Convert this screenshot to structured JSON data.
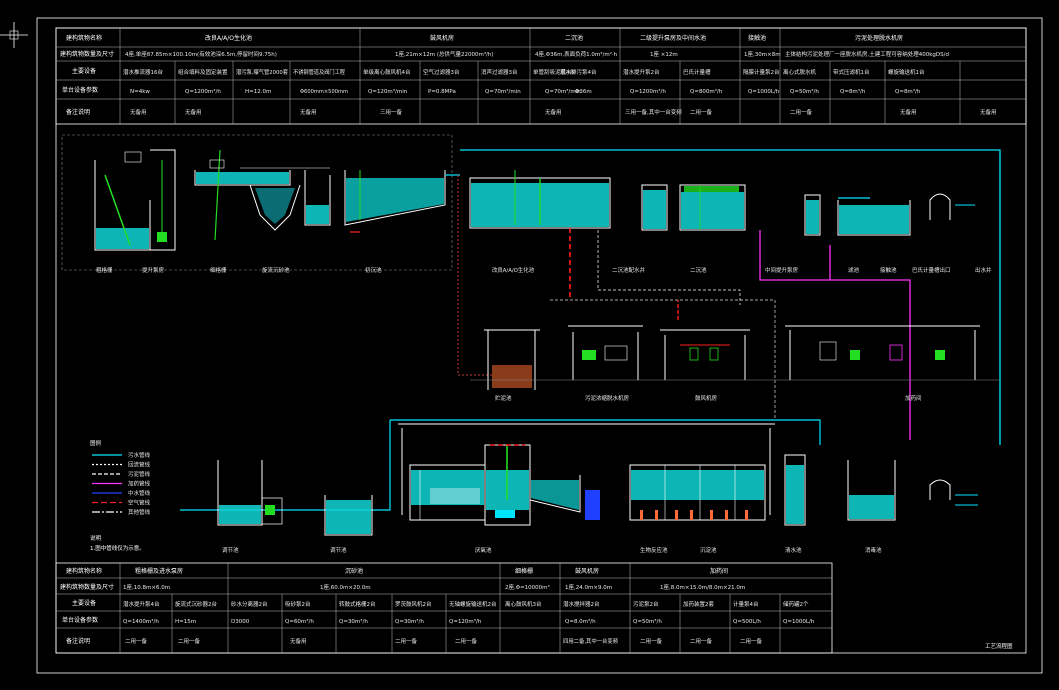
{
  "drawing": {
    "title_note": "工艺流程图",
    "legend_title": "图例",
    "legend_items": [
      {
        "color": "#00e5ff",
        "dash": "",
        "label": "污水管线"
      },
      {
        "color": "#ffffff",
        "dash": "2,2",
        "label": "回流管线"
      },
      {
        "color": "#ffffff",
        "dash": "4,2",
        "label": "污泥管线"
      },
      {
        "color": "#ff33ff",
        "dash": "",
        "label": "加药管线"
      },
      {
        "color": "#2040ff",
        "dash": "",
        "label": "中水管线"
      },
      {
        "color": "#ff2020",
        "dash": "6,3",
        "label": "空气管线"
      },
      {
        "color": "#ffffff",
        "dash": "8,2,2,2",
        "label": "其他管线"
      }
    ],
    "notes_title": "说明",
    "notes_text": "1.图中管线仅为示意。",
    "colors": {
      "water": "#0fd5d5",
      "pipe_main": "#00e5ff",
      "pipe_chem": "#ff33ff",
      "pipe_air": "#ff2020",
      "pipe_green": "#22dd22",
      "pipe_blue": "#2040ff",
      "frame": "#ffffff"
    }
  },
  "top_table": {
    "row_headers": [
      "建构筑物名称",
      "建构筑物数量及尺寸",
      "主要设备",
      "单台设备参数",
      "备注说明"
    ],
    "group_titles": [
      "改良A/A/O生化池",
      "鼓风机房",
      "二沉池",
      "二级提升泵房及中间水池",
      "接触池",
      "污泥处理脱水机房"
    ],
    "row2": [
      "4座,单座87.85m×100.10m(有效池深6.5m,停留时间9.75h)",
      "1座,21m×12m  (总供气量22000m³/h)",
      "4座,Φ36m,表面负荷1.0m³/m²·h",
      "1座 ×12m",
      "1座,30m×8m",
      "主体结构污泥处理厂一座脱水机房,土建工程可容纳处理400kgDS/d"
    ],
    "row3": [
      "潜水推流器16台",
      "组合填料及固定装置",
      "潜污泵,曝气管2000套",
      "不锈钢管道及阀门工程",
      "单级离心鼓风机4台",
      "空气过滤器3台",
      "消声过滤器3台",
      "单管刮吸泥机4台",
      "潜水排污泵4台",
      "潜水提升泵2台",
      "巴氏计量槽",
      "隔膜计量泵2台",
      "离心式脱水机",
      "带式压滤机1台",
      "螺旋输送机1台"
    ],
    "row4": [
      "N=4kw",
      "Q=1200m³/h",
      "H=12.0m",
      "Φ600mm×500mm",
      "Q=120m³/min",
      "P=0.8MPa",
      "Q=70m³/min",
      "Q=70m³/min",
      "Φ36m",
      "Q=1200m³/h",
      "Q=800m³/h",
      "Q=1000L/h",
      "Q=50m³/h",
      "Q=8m³/h",
      "Q=8m³/h"
    ],
    "row5": [
      "无备用",
      "无备用",
      "无备用",
      "三用一备",
      "无备用",
      "三用一备,其中一台变频",
      "二用一备",
      "二用一备",
      "无备用",
      "无备用"
    ]
  },
  "bottom_table": {
    "row_headers": [
      "建构筑物名称",
      "建构筑物数量及尺寸",
      "主要设备",
      "单台设备参数",
      "备注说明"
    ],
    "group_titles": [
      "粗格栅及进水泵房",
      "沉砂池",
      "细格栅",
      "鼓风机房",
      "加药间"
    ],
    "row2": [
      "1座,10.8m×6.0m",
      "1座,60.0m×20.0m",
      "2座,Φ=10000m³",
      "1座,24.0m×9.0m",
      "1座,8.0m×15.0m/8.0m×21.0m"
    ],
    "row3": [
      "潜水提升泵4台",
      "旋流式沉砂器2台",
      "砂水分离器2台",
      "吸砂泵2台",
      "转鼓式格栅2台",
      "罗茨鼓风机2台",
      "无轴螺旋输送机2台",
      "离心鼓风机3台",
      "潜水搅拌器2台",
      "污泥泵2台",
      "加药装置2套",
      "计量泵4台",
      "储药罐2个"
    ],
    "row4": [
      "Q=1400m³/h",
      "H=15m",
      "D3000",
      "Q=60m³/h",
      "Q=30m³/h",
      "Q=30m³/h",
      "Q=120m³/h",
      "Q=8.0m³/h",
      "Q=50m³/h",
      "Q=500L/h",
      "Q=1000L/h"
    ],
    "row5": [
      "二用一备",
      "二用一备",
      "无备用",
      "二用一备",
      "二用一备",
      "四用二备,其中一台变频",
      "二用一备",
      "二用一备",
      "二用一备"
    ]
  },
  "process_labels_row1": [
    "粗格栅",
    "提升泵房",
    "细格栅",
    "旋流沉砂池",
    "初沉池",
    "改良A/A/O生化池",
    "二沉池配水井",
    "二沉池",
    "中间提升泵房",
    "滤池",
    "接触池",
    "巴氏计量槽出口",
    "出水井"
  ],
  "process_labels_row2": [
    "贮泥池",
    "污泥浓缩脱水机房",
    "鼓风机房",
    "加药间"
  ],
  "process_labels_row3": [
    "调节池",
    "调节池",
    "厌氧池",
    "生物反应池",
    "沉淀池",
    "清水池",
    "消毒池"
  ]
}
